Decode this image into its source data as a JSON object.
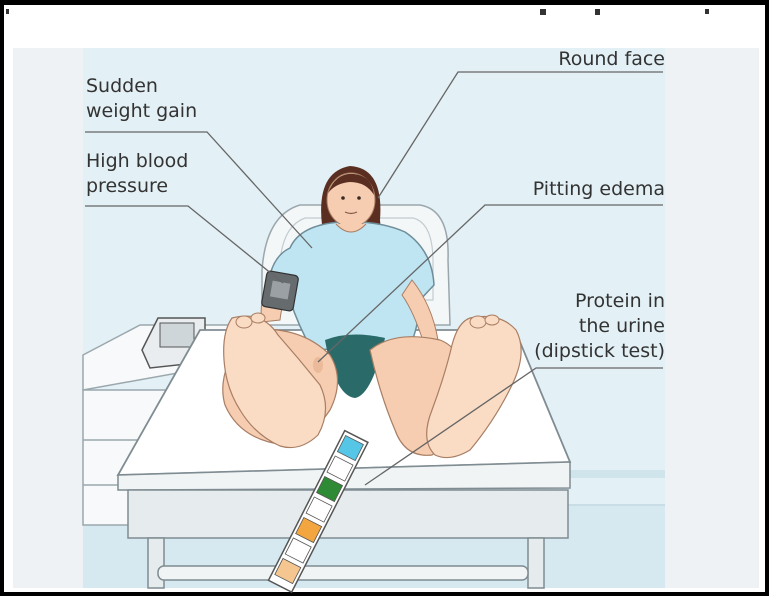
{
  "labels": {
    "weight_gain": "Sudden\nweight gain",
    "blood_pressure": "High blood\npressure",
    "round_face": "Round face",
    "pitting_edema": "Pitting edema",
    "protein_urine": "Protein in\nthe urine\n(dipstick test)"
  },
  "colors": {
    "background_panel": "#eef2f4",
    "wall": "#dcecf2",
    "skin": "#f6cdb0",
    "gown": "#bfe4f2",
    "hair": "#5a2f22",
    "dipstick_blue": "#55c6e6",
    "dipstick_green": "#2f8a35",
    "dipstick_orange": "#f3a640",
    "dipstick_peach": "#f5c690"
  }
}
